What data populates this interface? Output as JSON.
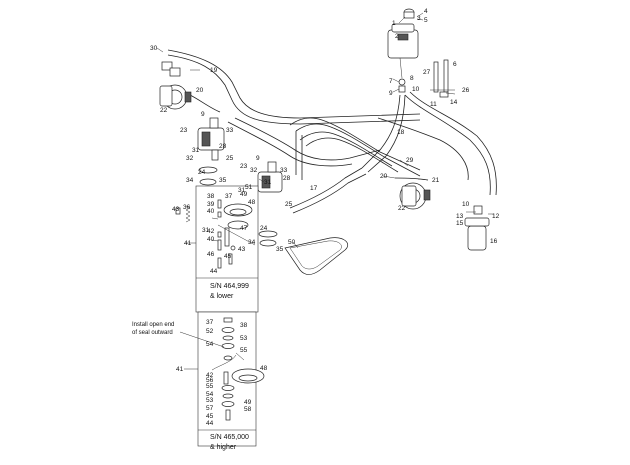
{
  "diagram": {
    "callouts": {
      "c1": "1",
      "c2": "2",
      "c3": "3",
      "c4": "4",
      "c5": "5",
      "c6": "6",
      "c7": "7",
      "c8": "8",
      "c9a": "9",
      "c9b": "9",
      "c9c": "9",
      "c10a": "10",
      "c10b": "10",
      "c11": "11",
      "c12": "12",
      "c13": "13",
      "c14": "14",
      "c15": "15",
      "c16": "16",
      "c17": "17",
      "c18": "18",
      "c19": "19",
      "c20a": "20",
      "c20b": "20",
      "c21": "21",
      "c22a": "22",
      "c22b": "22",
      "c23a": "23",
      "c23b": "23",
      "c24a": "24",
      "c24b": "24",
      "c25a": "25",
      "c25b": "25",
      "c26": "26",
      "c27": "27",
      "c28a": "28",
      "c28b": "28",
      "c29": "29",
      "c30": "30",
      "c31a": "31",
      "c31b": "31",
      "c31c": "31",
      "c31d": "31",
      "c32a": "32",
      "c32b": "32",
      "c33a": "33",
      "c33b": "33",
      "c34a": "34",
      "c34b": "34",
      "c35a": "35",
      "c35b": "35",
      "c36": "36",
      "c37a": "37",
      "c37b": "37",
      "c38a": "38",
      "c38b": "38",
      "c39": "39",
      "c40a": "40",
      "c40b": "40",
      "c41a": "41",
      "c41b": "41",
      "c42a": "42",
      "c42b": "42",
      "c43a": "43",
      "c43b": "43",
      "c44a": "44",
      "c44b": "44",
      "c45a": "45",
      "c45b": "45",
      "c46": "46",
      "c47": "47",
      "c48a": "48",
      "c48b": "48",
      "c49a": "49",
      "c49b": "49",
      "c50": "50",
      "c51": "51",
      "c52": "52",
      "c53a": "53",
      "c53b": "53",
      "c54a": "54",
      "c54b": "54",
      "c55a": "55",
      "c55b": "55",
      "c56": "56",
      "c57": "57",
      "c58": "58"
    },
    "box_upper": {
      "line1": "S/N 464,999",
      "line2": "& lower"
    },
    "box_lower": {
      "line1": "S/N 465,000",
      "line2": "& higher"
    },
    "note": {
      "line1": "Install open end",
      "line2": "of seal outward"
    }
  }
}
